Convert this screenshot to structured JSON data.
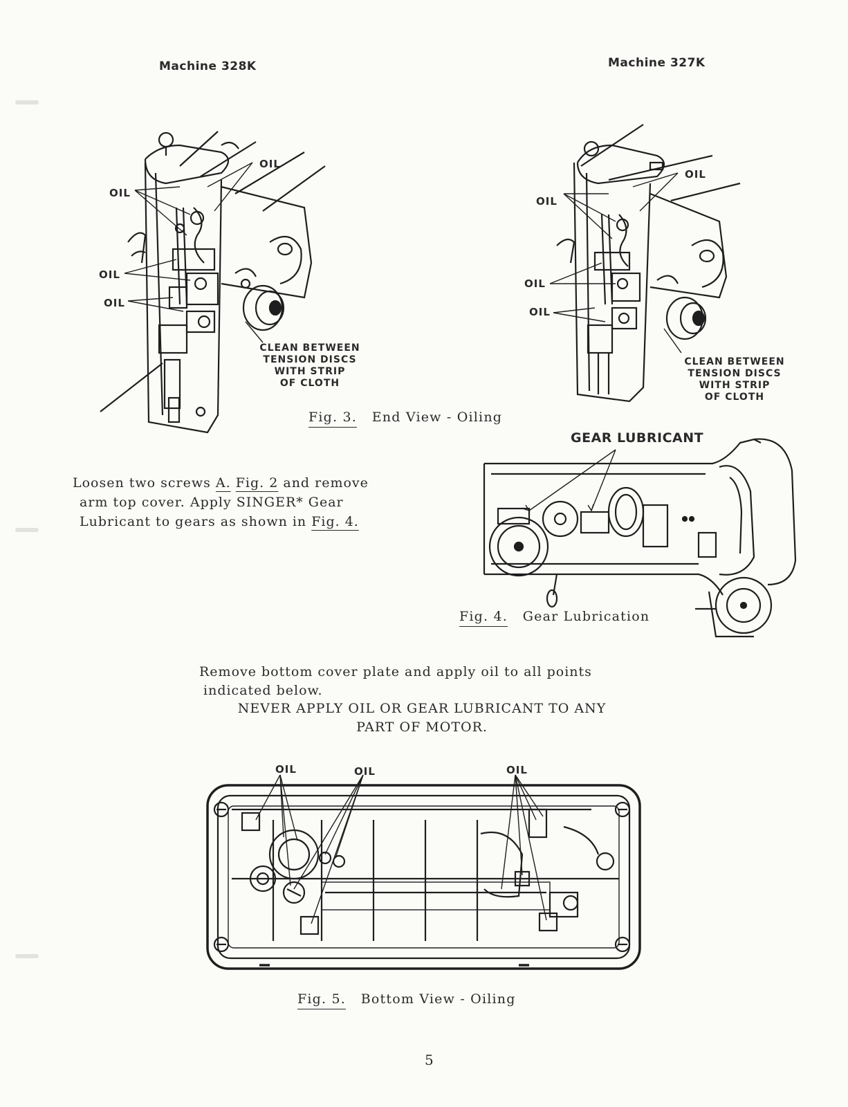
{
  "header": {
    "left_machine": "Machine 328K",
    "right_machine": "Machine 327K"
  },
  "fig3": {
    "oil_label": "OIL",
    "clean_callout": [
      "CLEAN BETWEEN",
      "TENSION DISCS",
      "WITH STRIP",
      "OF CLOTH"
    ],
    "caption_number": "Fig. 3.",
    "caption_text": "End View - Oiling"
  },
  "arm_cover_text": {
    "line1_pre": "Loosen two screws ",
    "screw_ref": "A.",
    "fig_ref": "Fig. 2",
    "line1_post": " and remove",
    "line2": "arm top cover.  Apply SINGER* Gear",
    "line3_pre": "Lubricant to gears as shown in ",
    "line3_ref": "Fig. 4."
  },
  "fig4": {
    "label": "GEAR LUBRICANT",
    "caption_number": "Fig. 4.",
    "caption_text": "Gear Lubrication"
  },
  "bottom_text": {
    "line1": "Remove bottom cover plate and apply oil to all points",
    "line2": "indicated below.",
    "warning_line1": "NEVER APPLY OIL OR GEAR LUBRICANT TO ANY",
    "warning_line2": "PART OF MOTOR."
  },
  "fig5": {
    "oil_label": "OIL",
    "caption_number": "Fig. 5.",
    "caption_text": "Bottom View - Oiling"
  },
  "page_number": "5"
}
